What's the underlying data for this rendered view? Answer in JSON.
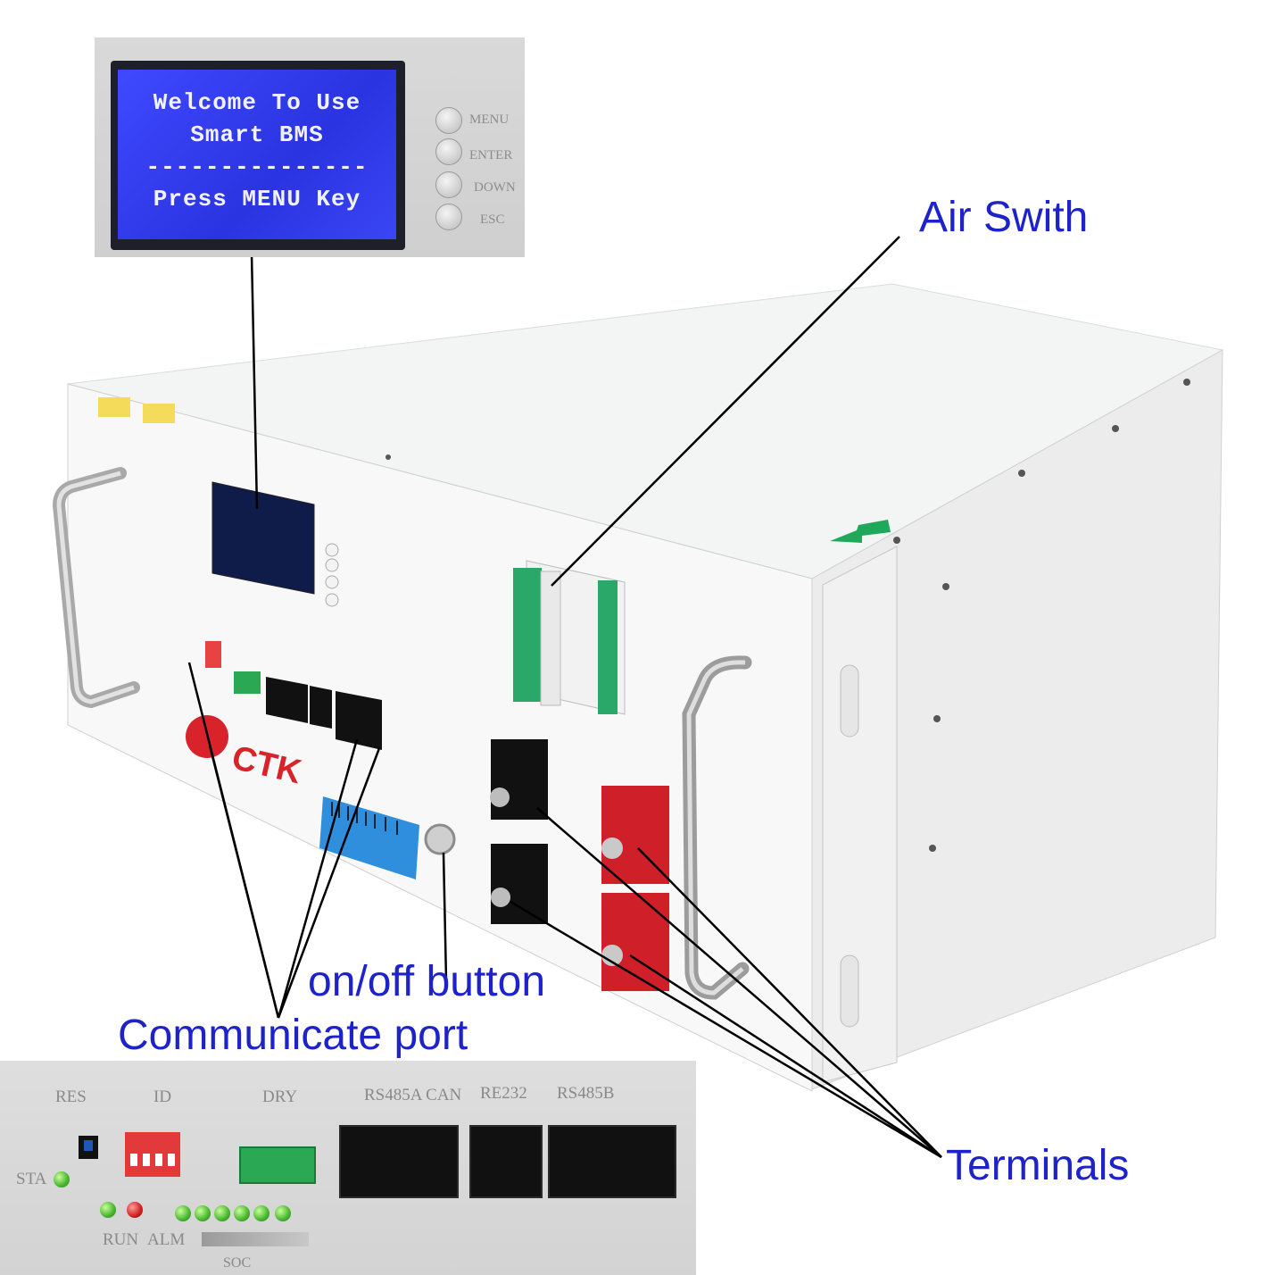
{
  "lcd": {
    "line1": "Welcome To Use",
    "line2": "Smart BMS",
    "line3": "---------------",
    "line4": "Press MENU Key",
    "buttons": [
      "MENU",
      "ENTER",
      "DOWN",
      "ESC"
    ]
  },
  "callouts": {
    "air_switch": "Air Swith",
    "on_off": "on/off button",
    "communicate": "Communicate port",
    "terminals": "Terminals"
  },
  "brand": {
    "logo": "CTK"
  },
  "port_panel": {
    "labels": {
      "res": "RES",
      "id": "ID",
      "dry": "DRY",
      "rs485a_can": "RS485A CAN",
      "re232": "RE232",
      "rs485b": "RS485B",
      "sta": "STA",
      "run": "RUN",
      "alm": "ALM",
      "soc": "SOC"
    }
  },
  "colors": {
    "label_blue": "#1d23c9",
    "lcd_blue": "#3440f0",
    "breaker_green": "#2aa86a",
    "terminal_red": "#d21f2a"
  }
}
